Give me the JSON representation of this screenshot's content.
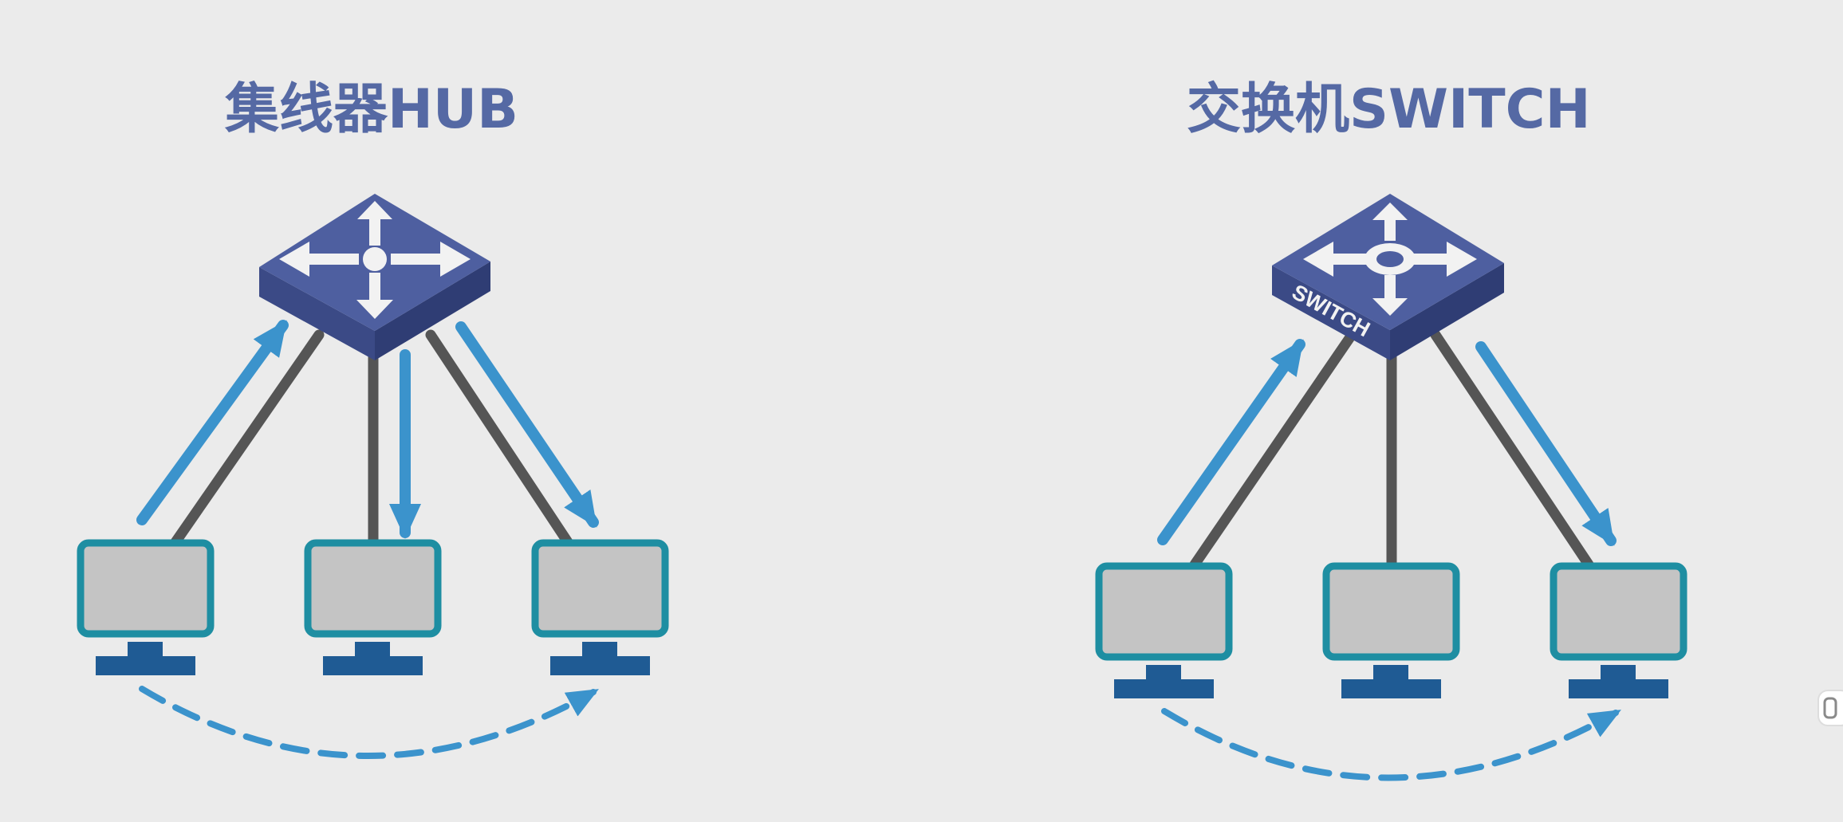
{
  "titles": {
    "hub": "集线器HUB",
    "switch": "交换机SWITCH"
  },
  "switch_device_label": "SWITCH",
  "colors": {
    "background": "#ebebeb",
    "title": "#5569a4",
    "device_top": "#4e5fa0",
    "device_side_left": "#3b4a86",
    "device_side_right": "#2f3d74",
    "monitor_frame": "#1e8ea2",
    "monitor_screen": "#c4c4c4",
    "monitor_stand": "#1f5b94",
    "cable": "#555555",
    "traffic_arrow": "#3b93cc"
  },
  "icons": {
    "hub_device": "hub-icon",
    "switch_device": "switch-icon",
    "computer": "computer-monitor-icon",
    "traffic": "arrow-icon"
  }
}
